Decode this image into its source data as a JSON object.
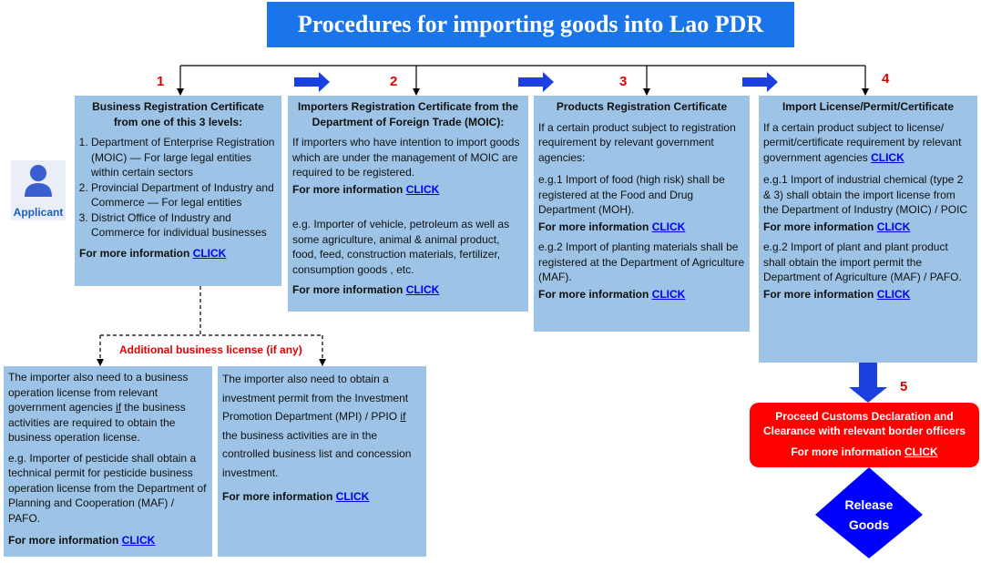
{
  "title": "Procedures for importing goods into Lao PDR",
  "applicant": {
    "label": "Applicant",
    "icon": "person-icon"
  },
  "steps": [
    "1",
    "2",
    "3",
    "4",
    "5"
  ],
  "more_info": "For more information",
  "click": "CLICK",
  "box1": {
    "heading": "Business Registration Certificate from one of this 3 levels:",
    "items": [
      "Department of Enterprise Registration (MOIC) — For large legal entities within certain sectors",
      "Provincial Department of Industry and Commerce — For legal entities",
      "District Office of Industry and Commerce for individual businesses"
    ]
  },
  "box2": {
    "heading": "Importers Registration Certificate from the Department of Foreign Trade (MOIC):",
    "p1": "If importers who have intention to import goods which are under the management of MOIC are required to be registered.",
    "p2": "e.g. Importer of vehicle, petroleum as well as some agriculture, animal & animal product, food, feed, construction materials, fertilizer, consumption goods , etc."
  },
  "box3": {
    "heading": "Products Registration Certificate",
    "p1": "If a certain product subject to registration requirement by relevant government agencies:",
    "p2": "e.g.1 Import of food (high risk) shall be registered at the Food and Drug Department (MOH).",
    "p3": "e.g.2 Import of planting materials shall be registered at the Department of Agriculture (MAF)."
  },
  "box4": {
    "heading": "Import License/Permit/Certificate",
    "p1": "If a certain product subject to license/ permit/certificate requirement by relevant government agencies",
    "p2": "e.g.1 Import of industrial chemical (type 2 & 3) shall obtain the import license from the Department of Industry (MOIC) / POIC",
    "p3": "e.g.2 Import of plant and plant product shall obtain the import permit the Department of Agriculture (MAF) / PAFO."
  },
  "additional": {
    "label": "Additional business license (if any)",
    "left_p1_a": "The importer also need to a business operation license from relevant government agencies ",
    "left_p1_if": "if",
    "left_p1_b": " the business activities are required  to obtain the business operation license.",
    "left_p2": "e.g. Importer of pesticide shall obtain a technical permit for pesticide business operation license from the Department of Planning and Cooperation (MAF) / PAFO.",
    "right_p1_a": "The importer also need to obtain a investment permit from the Investment Promotion Department (MPI) / PPIO ",
    "right_p1_if": "if",
    "right_p1_b": " the business activities are in the controlled business list and concession investment."
  },
  "customs": {
    "text": "Proceed Customs Declaration and Clearance with relevant border officers"
  },
  "release": {
    "line1": "Release",
    "line2": "Goods"
  },
  "colors": {
    "title_bg": "#1a74ea",
    "box_bg": "#9dc3e6",
    "step_red": "#e00000",
    "customs_bg": "#ff0000",
    "diamond_bg": "#0000ff",
    "arrow_blue": "#1a40e0"
  }
}
